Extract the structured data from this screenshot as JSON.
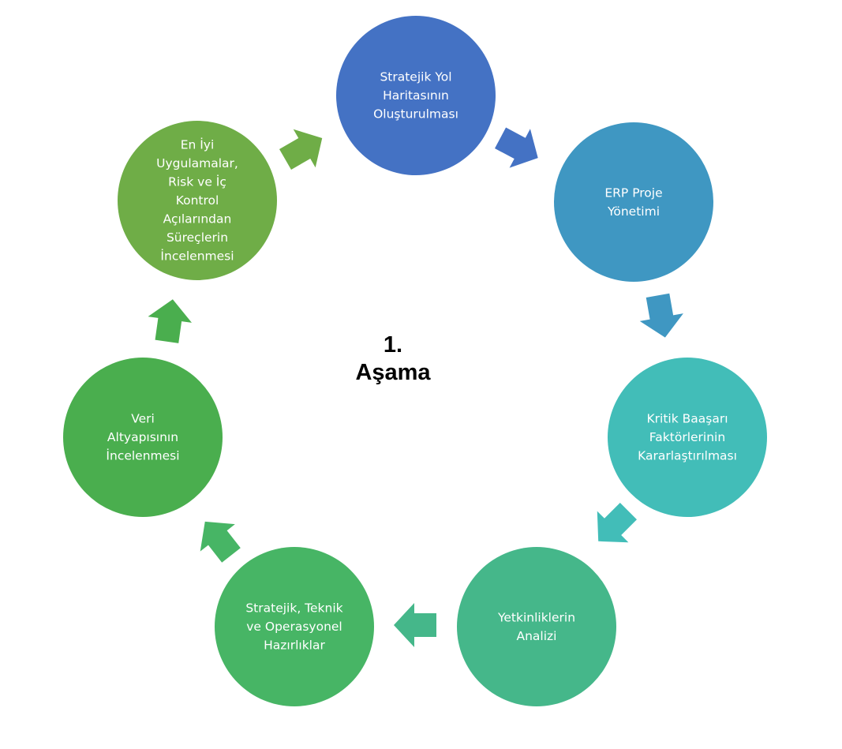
{
  "center": {
    "line1": "1.",
    "line2": "Aşama"
  },
  "stages": [
    {
      "id": "stage-1",
      "lines": [
        "Stratejik Yol",
        "Haritasının",
        "Oluşturulması"
      ],
      "color": "#4472C4"
    },
    {
      "id": "stage-2",
      "lines": [
        "ERP Proje",
        "Yönetimi"
      ],
      "color": "#3F97C2"
    },
    {
      "id": "stage-3",
      "lines": [
        "Kritik Baaşarı",
        "Faktörlerinin",
        "Kararlaştırılması"
      ],
      "color": "#42BDB8"
    },
    {
      "id": "stage-4",
      "lines": [
        "Yetkinliklerin",
        "Analizi"
      ],
      "color": "#45B78A"
    },
    {
      "id": "stage-5",
      "lines": [
        "Stratejik, Teknik",
        "ve Operasyonel",
        "Hazırlıklar"
      ],
      "color": "#47B565"
    },
    {
      "id": "stage-6",
      "lines": [
        "Veri",
        "Altyapısının",
        "İncelenmesi"
      ],
      "color": "#4AAE4E"
    },
    {
      "id": "stage-7",
      "lines": [
        "En İyi",
        "Uygulamalar,",
        "Risk ve İç",
        "Kontrol",
        "Açılarından",
        "Süreçlerin",
        "İncelenmesi"
      ],
      "color": "#6FAD47"
    }
  ],
  "arrows": [
    {
      "from": "stage-1",
      "to": "stage-2",
      "color": "#4472C4"
    },
    {
      "from": "stage-2",
      "to": "stage-3",
      "color": "#3F97C2"
    },
    {
      "from": "stage-3",
      "to": "stage-4",
      "color": "#42BDB8"
    },
    {
      "from": "stage-4",
      "to": "stage-5",
      "color": "#45B78A"
    },
    {
      "from": "stage-5",
      "to": "stage-6",
      "color": "#47B565"
    },
    {
      "from": "stage-6",
      "to": "stage-7",
      "color": "#4AAE4E"
    },
    {
      "from": "stage-7",
      "to": "stage-1",
      "color": "#6FAD47"
    }
  ]
}
